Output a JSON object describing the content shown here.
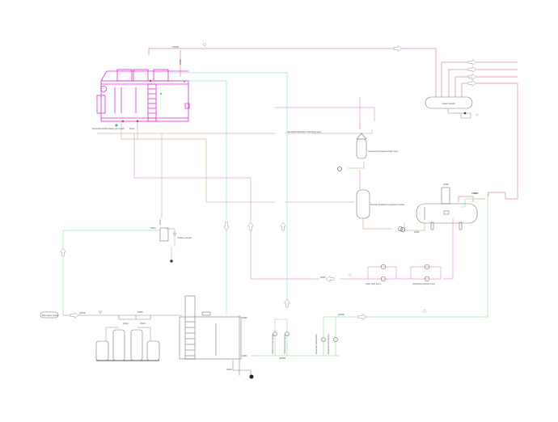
{
  "diagram": {
    "type": "process-and-instrumentation-diagram",
    "colors": {
      "steam_line": "#e08a8a",
      "condensate_line": "#d9b99a",
      "feedwater_line": "#e79ae0",
      "cooling_line": "#8fe7ea",
      "soft_water_line": "#9fe6a0",
      "equipment": "#777777",
      "boiler_detail": "#e22ad6"
    },
    "labels": {
      "boiler_caption": "Generated boiler/waste gas heater",
      "boiler_tag": "Boiler",
      "steam_main": "DN150",
      "safety_valve": "DN80",
      "steam_header": "steam header",
      "blowdown_line_label": "Generated blowdown discharge pipe",
      "continuous_blowdown_tank": "continuous blowdown flash tank",
      "periodic_blowdown_tank": "Periodic blowdown expansion vessel",
      "deaerator_tag": "DN50",
      "deaerator_outlet": "DN80",
      "feed_line": "DN65",
      "boiler_feed_pump": "boiler feed pump",
      "makeup_pump": "Softening/makeup pump",
      "sampling_cooler": "Cooling sample",
      "sample_line": "DN15",
      "sample_inlet": "DN20",
      "raw_water_inlet": "Raw water supply",
      "raw_water_pipe": "gDN50",
      "filter_header": "DN50",
      "softener_1": "DN40",
      "softener_2": "DN40",
      "soft_tank_inlet": "DN50",
      "soft_tank_outlet": "DN65",
      "soft_tank_drain": "DN25",
      "pump_suction": "gDN65",
      "pump_discharge": "gDN50",
      "pump_group_1": "Softened water pump",
      "pump_group_2": "Softened water pump",
      "pump_group_3": "Deaerator feed pump",
      "pump_group_4": "Deaerator feed pump",
      "condensate_return": "DN50",
      "flash_vent": "DN25"
    },
    "header_outlets": 4,
    "softener_count": 2,
    "brine_tank_count": 2
  }
}
